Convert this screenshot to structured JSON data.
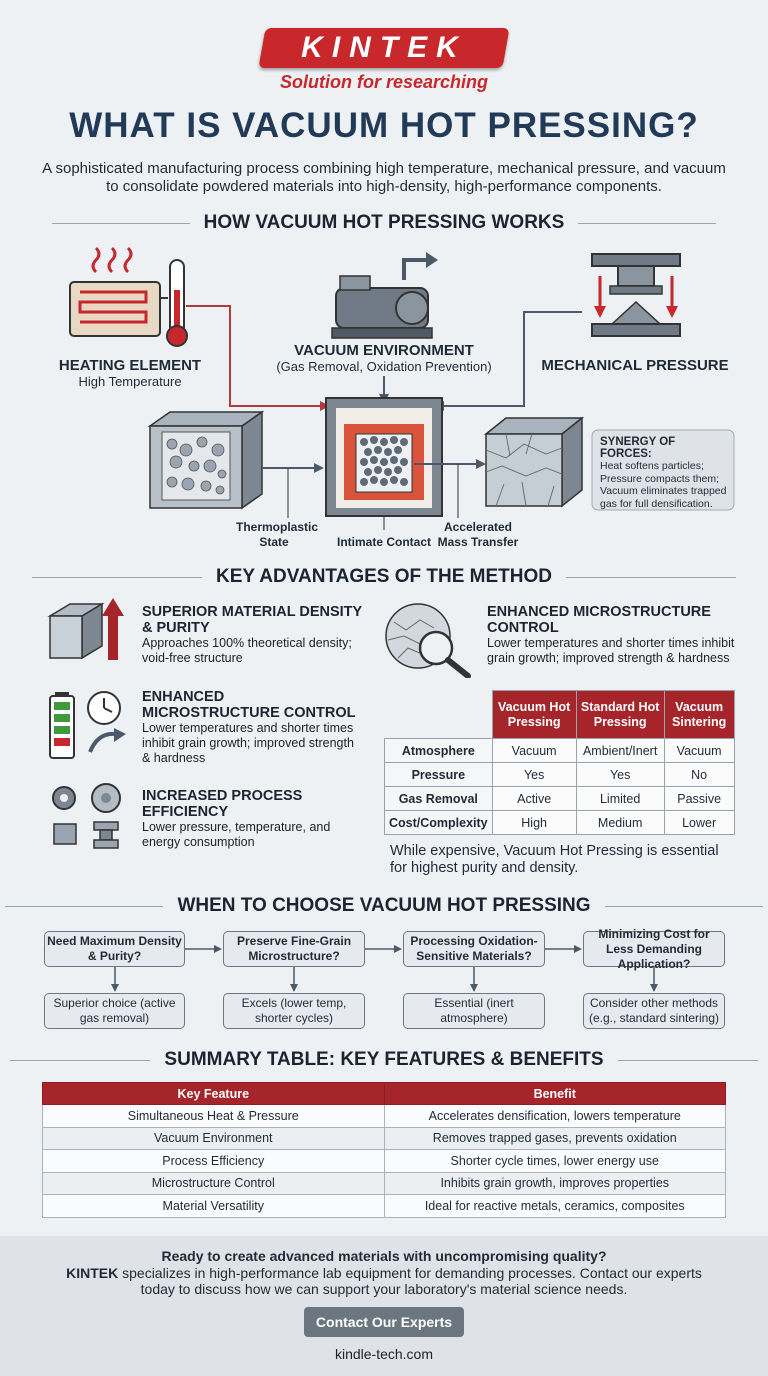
{
  "header": {
    "logo": "KINTEK",
    "tagline": "Solution for researching",
    "title": "WHAT IS VACUUM HOT PRESSING?",
    "intro": "A sophisticated manufacturing process combining high temperature, mechanical pressure, and vacuum to consolidate powdered materials into high-density, high-performance components."
  },
  "how": {
    "heading": "HOW VACUUM HOT PRESSING WORKS",
    "heating_title": "HEATING ELEMENT",
    "heating_sub": "High Temperature",
    "vacuum_title": "VACUUM ENVIRONMENT",
    "vacuum_sub": "(Gas Removal, Oxidation Prevention)",
    "pressure_title": "MECHANICAL PRESSURE",
    "label_thermo_1": "Thermoplastic",
    "label_thermo_2": "State",
    "label_contact": "Intimate Contact",
    "label_mass_1": "Accelerated",
    "label_mass_2": "Mass Transfer",
    "synergy_title": "SYNERGY OF FORCES:",
    "synergy_body": "Heat softens particles; Pressure compacts them; Vacuum eliminates trapped gas for full densification."
  },
  "advantages": {
    "heading": "KEY ADVANTAGES OF THE METHOD",
    "items": [
      {
        "title": "SUPERIOR MATERIAL DENSITY & PURITY",
        "desc": "Approaches 100% theoretical density; void-free structure"
      },
      {
        "title": "ENHANCED MICROSTRUCTURE CONTROL",
        "desc": "Lower temperatures and shorter times inhibit grain growth; improved strength & hardness"
      },
      {
        "title": "ENHANCED MICROSTRUCTURE CONTROL",
        "desc": "Lower temperatures and shorter times inhibit grain growth; improved strength & hardness"
      },
      {
        "title": "INCREASED PROCESS EFFICIENCY",
        "desc": "Lower pressure, temperature, and energy consumption"
      }
    ]
  },
  "comparison": {
    "columns": [
      "Vacuum Hot Pressing",
      "Standard Hot Pressing",
      "Vacuum Sintering"
    ],
    "rows": [
      {
        "label": "Atmosphere",
        "values": [
          "Vacuum",
          "Ambient/Inert",
          "Vacuum"
        ]
      },
      {
        "label": "Pressure",
        "values": [
          "Yes",
          "Yes",
          "No"
        ]
      },
      {
        "label": "Gas Removal",
        "values": [
          "Active",
          "Limited",
          "Passive"
        ]
      },
      {
        "label": "Cost/Complexity",
        "values": [
          "High",
          "Medium",
          "Lower"
        ]
      }
    ],
    "note": "While expensive, Vacuum Hot Pressing is essential for highest purity and density."
  },
  "choose": {
    "heading": "WHEN TO CHOOSE VACUUM HOT PRESSING",
    "questions": [
      "Need Maximum Density & Purity?",
      "Preserve Fine-Grain Microstructure?",
      "Processing Oxidation-Sensitive Materials?",
      "Minimizing Cost for Less Demanding Application?"
    ],
    "answers": [
      "Superior choice (active gas removal)",
      "Excels (lower temp, shorter cycles)",
      "Essential (inert atmosphere)",
      "Consider other methods (e.g., standard sintering)"
    ]
  },
  "summary": {
    "heading": "SUMMARY TABLE: KEY FEATURES & BENEFITS",
    "head_feature": "Key Feature",
    "head_benefit": "Benefit",
    "rows": [
      {
        "feature": "Simultaneous Heat & Pressure",
        "benefit": "Accelerates densification, lowers temperature"
      },
      {
        "feature": "Vacuum Environment",
        "benefit": "Removes trapped gases, prevents oxidation"
      },
      {
        "feature": "Process Efficiency",
        "benefit": "Shorter cycle times, lower energy use"
      },
      {
        "feature": "Microstructure Control",
        "benefit": "Inhibits grain growth, improves properties"
      },
      {
        "feature": "Material Versatility",
        "benefit": "Ideal for reactive metals, ceramics, composites"
      }
    ]
  },
  "footer": {
    "question": "Ready to create advanced materials with uncompromising quality?",
    "brand": "KINTEK",
    "body": " specializes in high-performance lab equipment for demanding processes. Contact our experts today to discuss how we can support your laboratory's material science needs.",
    "button": "Contact Our Experts",
    "site": "kindle-tech.com"
  },
  "colors": {
    "brand_red": "#c8282c",
    "table_red": "#a5252b",
    "title_navy": "#213a57"
  }
}
